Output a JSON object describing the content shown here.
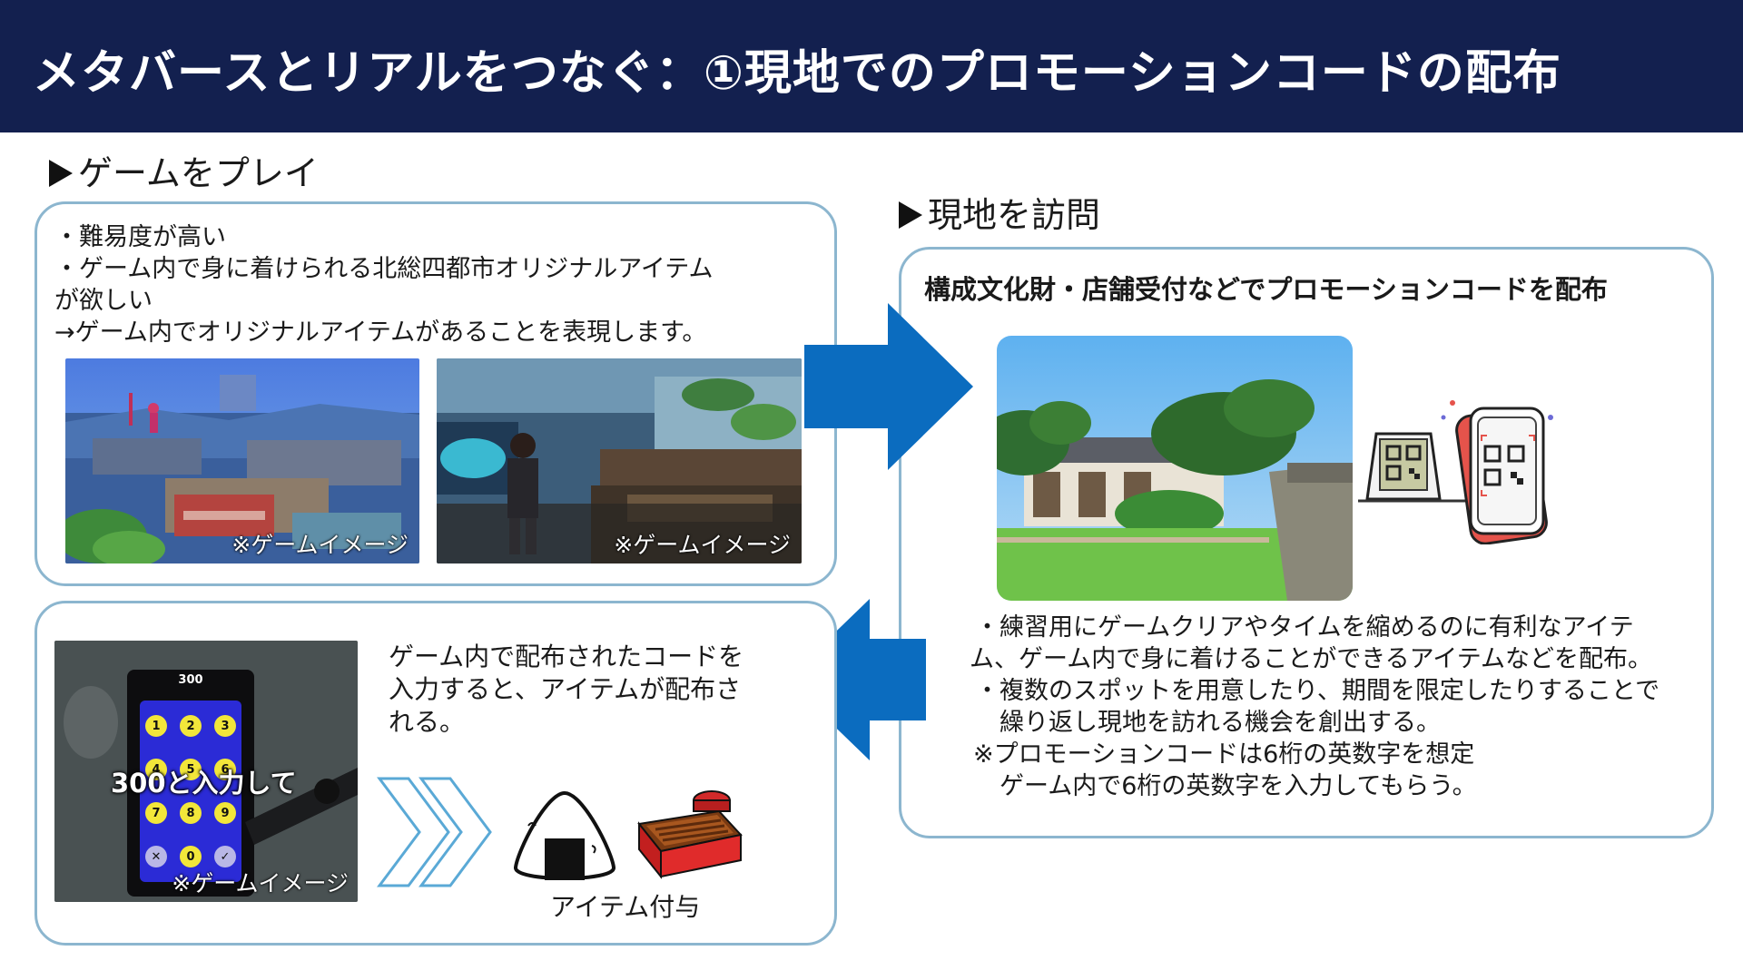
{
  "header": {
    "title": "メタバースとリアルをつなぐ：①現地でのプロモーションコードの配布"
  },
  "play": {
    "label": "ゲームをプレイ",
    "lines": [
      "・難易度が高い",
      "・ゲーム内で身に着けられる北総四都市オリジナルアイテム",
      "が欲しい",
      "→ゲーム内でオリジナルアイテムがあることを表現します。"
    ],
    "captions": [
      "※ゲームイメージ",
      "※ゲームイメージ"
    ]
  },
  "visit": {
    "label": "現地を訪問",
    "heading": "構成文化財・店舗受付などでプロモーションコードを配布",
    "lines": [
      "・練習用にゲームクリアやタイムを縮めるのに有利なアイテ",
      "ム、ゲーム内で身に着けることができるアイテムなどを配布。",
      "・複数のスポットを用意したり、期間を限定したりすることで",
      "　繰り返し現地を訪れる機会を創出する。",
      "※プロモーションコードは6桁の英数字を想定",
      "　ゲーム内で6桁の英数字を入力してもらう。"
    ]
  },
  "enter": {
    "lines": [
      "ゲーム内で配布されたコードを",
      "入力すると、アイテムが配布さ",
      "れる。"
    ],
    "keypad": {
      "display": "300",
      "keys": [
        "1",
        "2",
        "3",
        "4",
        "5",
        "6",
        "7",
        "8",
        "9",
        "✕",
        "0",
        "✓"
      ]
    },
    "overlay": "300と入力して",
    "caption": "※ゲームイメージ",
    "item_label": "アイテム付与"
  },
  "colors": {
    "header_bg": "#13204f",
    "panel_border": "#8cb6cf",
    "arrow": "#0b6cbf",
    "keypad_bg": "#2b2bd6",
    "key_yellow": "#f2e63a"
  }
}
